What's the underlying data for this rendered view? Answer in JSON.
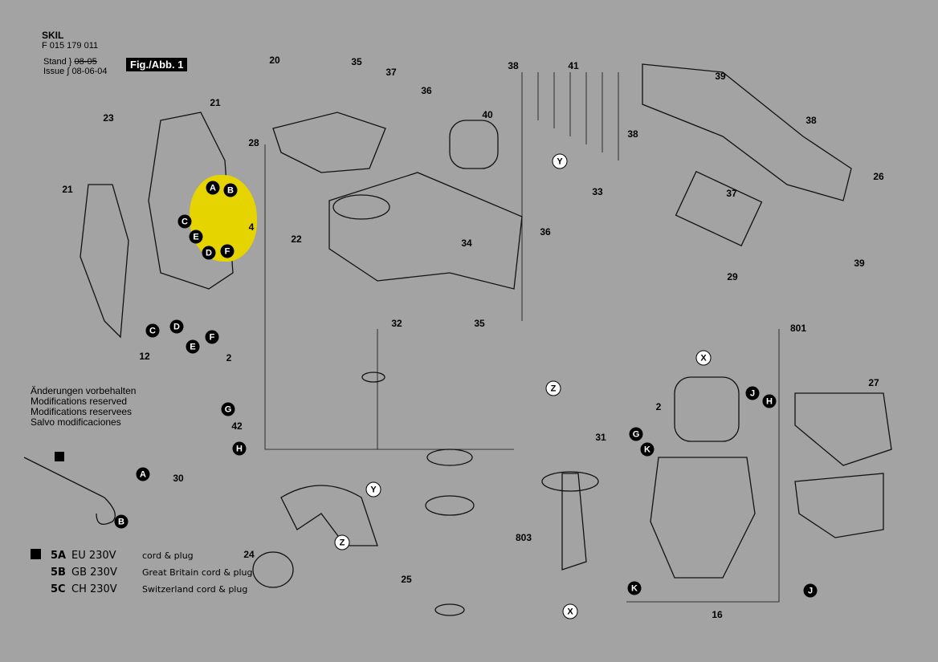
{
  "header": {
    "brand": "SKIL",
    "code": "F 015 179 011",
    "stand_label": "Stand",
    "stand_value": "08-05",
    "issue_label": "Issue",
    "issue_value": "08-06-04",
    "figure": "Fig./Abb. 1"
  },
  "notes": [
    "Änderungen vorbehalten",
    "Modifications reserved",
    "Modifications reservees",
    "Salvo modificaciones"
  ],
  "legend": [
    {
      "key": "5A",
      "voltage": "EU 230V",
      "desc": "cord & plug"
    },
    {
      "key": "5B",
      "voltage": "GB 230V",
      "desc": "Great Britain cord & plug"
    },
    {
      "key": "5C",
      "voltage": "CH 230V",
      "desc": "Switzerland cord & plug"
    }
  ],
  "part_numbers": [
    "20",
    "35",
    "37",
    "38",
    "41",
    "39",
    "21",
    "23",
    "36",
    "40",
    "28",
    "38",
    "38",
    "26",
    "33",
    "37",
    "21",
    "4",
    "22",
    "34",
    "36",
    "29",
    "39",
    "35",
    "32",
    "801",
    "12",
    "2",
    "27",
    "2",
    "42",
    "31",
    "30",
    "803",
    "24",
    "25",
    "16"
  ],
  "connector_letters": [
    "A",
    "B",
    "C",
    "E",
    "D",
    "F",
    "C",
    "D",
    "F",
    "E",
    "G",
    "H",
    "A",
    "B",
    "Y",
    "Y",
    "X",
    "Z",
    "Z",
    "X",
    "J",
    "H",
    "G",
    "K",
    "K",
    "J"
  ]
}
